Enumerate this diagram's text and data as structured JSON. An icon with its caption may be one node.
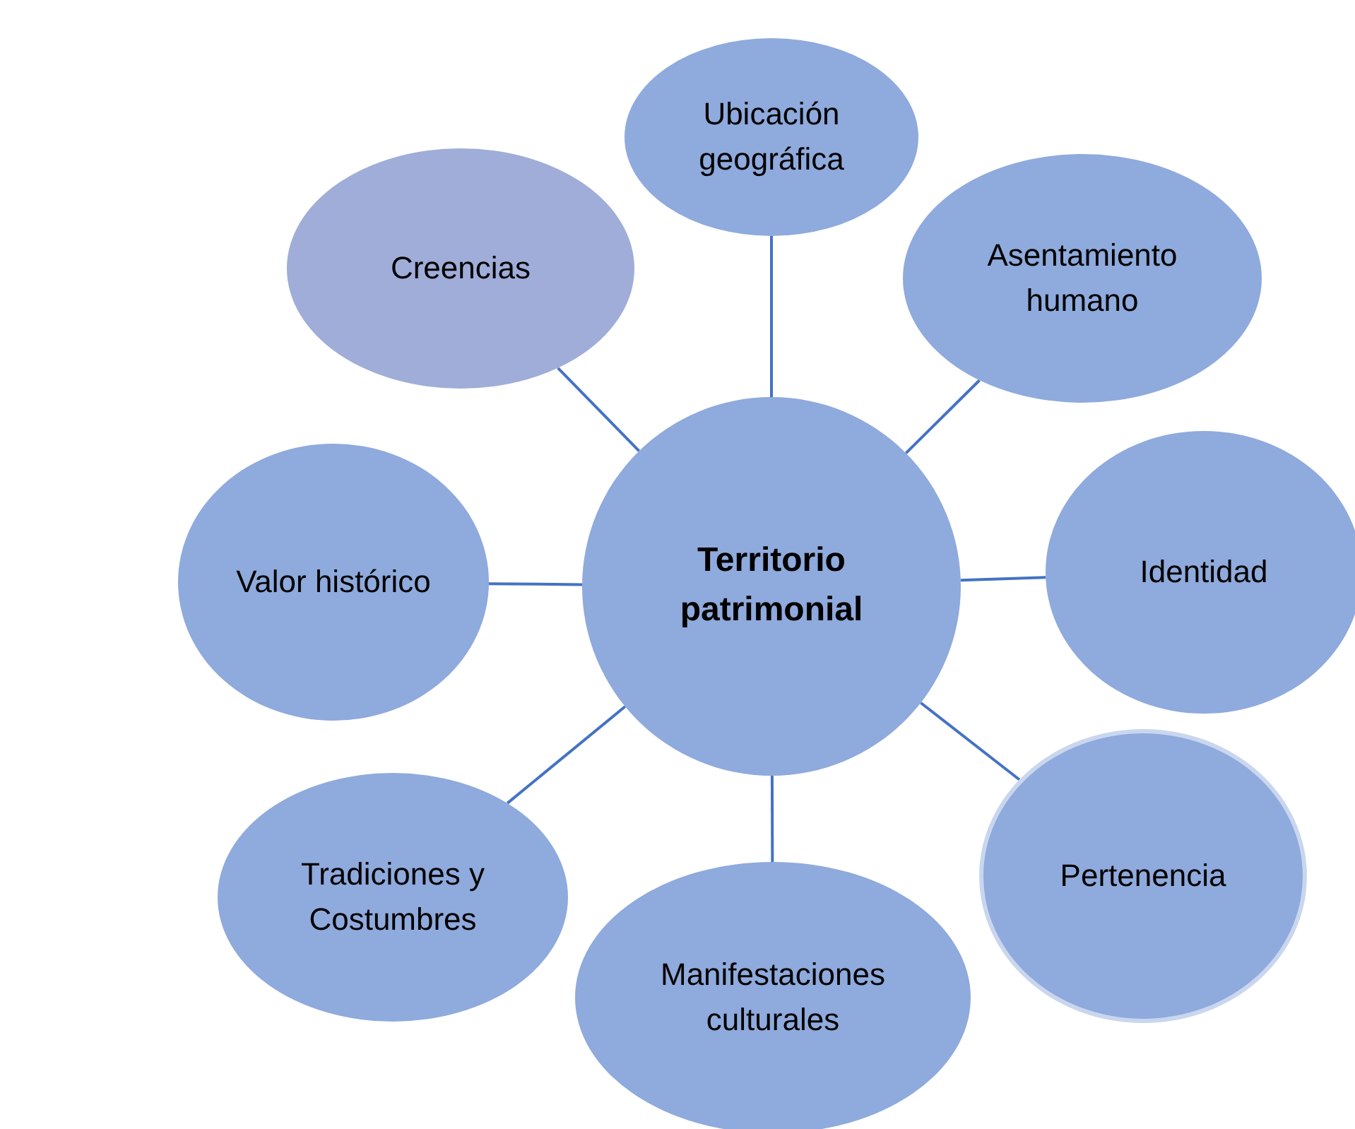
{
  "diagram": {
    "nodes": [
      {
        "text": [
          "Ubicación geográfica"
        ]
      },
      {
        "text": [
          "Creencias"
        ]
      },
      {
        "text": [
          "Asentamiento humano"
        ]
      },
      {
        "text": [
          "Valor histórico"
        ]
      },
      {
        "text": [
          "Territorio patrimonial"
        ]
      },
      {
        "text": [
          "Identidad"
        ]
      },
      {
        "text": [
          "Tradiciones y Costumbres"
        ]
      },
      {
        "text": [
          "Pertenencia"
        ]
      },
      {
        "text": [
          "Manifestaciones culturales"
        ]
      }
    ],
    "edges": [
      {
        "from": 4,
        "to": 0,
        "arrow": "none"
      },
      {
        "from": 4,
        "to": 1,
        "arrow": "none"
      },
      {
        "from": 4,
        "to": 2,
        "arrow": "none"
      },
      {
        "from": 4,
        "to": 3,
        "arrow": "none"
      },
      {
        "from": 4,
        "to": 5,
        "arrow": "none"
      },
      {
        "from": 4,
        "to": 6,
        "arrow": "none"
      },
      {
        "from": 4,
        "to": 7,
        "arrow": "none"
      },
      {
        "from": 4,
        "to": 8,
        "arrow": "none"
      }
    ]
  }
}
